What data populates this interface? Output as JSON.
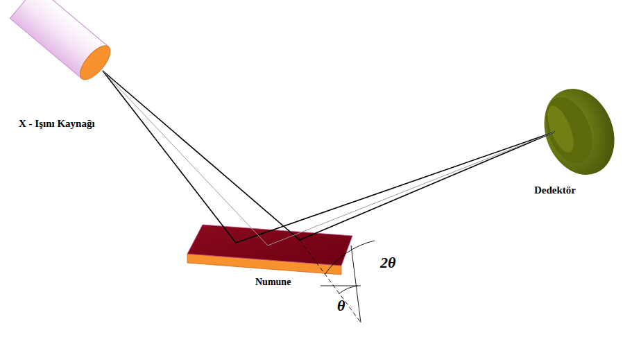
{
  "diagram": {
    "labels": [
      "X - Işını Kaynağı",
      "Dedektör",
      "Numune",
      "2θ",
      "θ"
    ]
  }
}
